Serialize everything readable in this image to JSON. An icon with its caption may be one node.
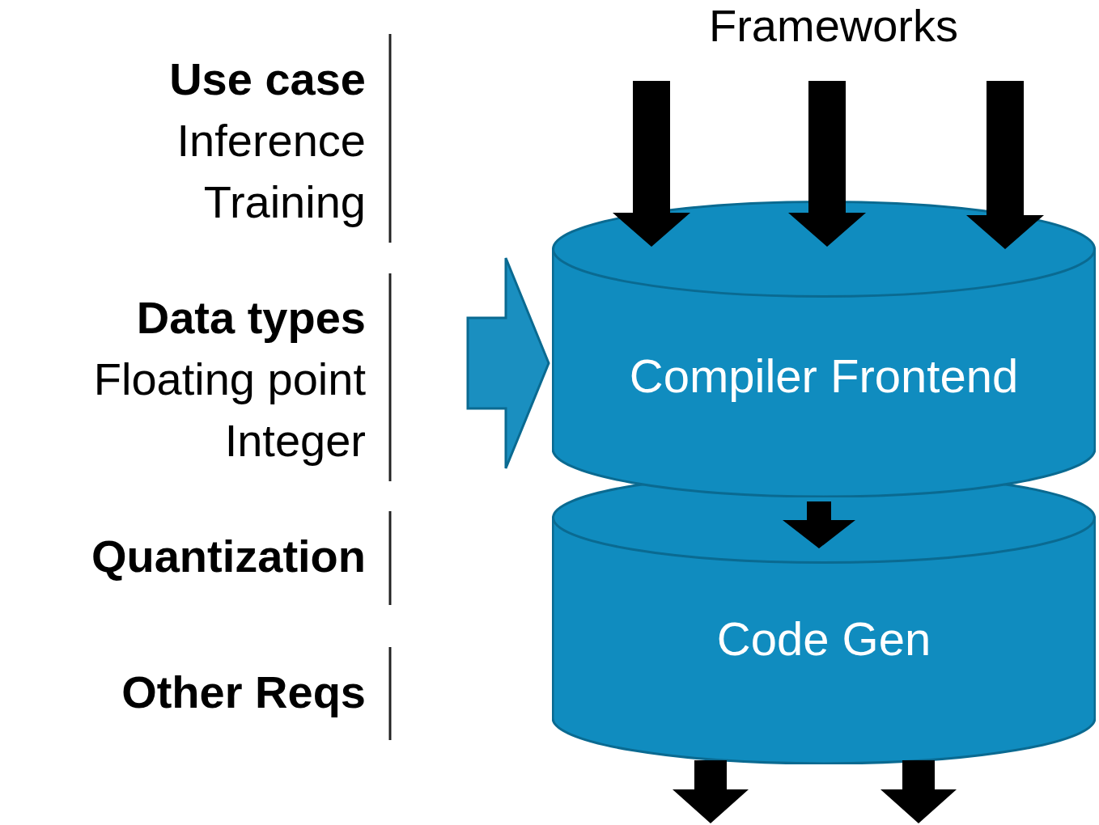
{
  "diagram": {
    "nodes": [
      {
        "text": [
          "Frameworks"
        ]
      },
      {
        "text": [
          "Compiler Frontend"
        ]
      },
      {
        "text": [
          "Code Gen"
        ]
      },
      {
        "text": [
          "Use case",
          "Inference",
          "Training"
        ]
      },
      {
        "text": [
          "Data types",
          "Floating point",
          "Integer"
        ]
      },
      {
        "text": [
          "Quantization"
        ]
      },
      {
        "text": [
          "Other Reqs"
        ]
      }
    ],
    "edges": [
      {
        "from": 0,
        "to": 1,
        "arrow": "to"
      },
      {
        "from": 0,
        "to": 1,
        "arrow": "to"
      },
      {
        "from": 0,
        "to": 1,
        "arrow": "to"
      },
      {
        "from": 1,
        "to": 2,
        "arrow": "to"
      },
      {
        "from": 2,
        "to": null,
        "arrow": "to"
      },
      {
        "from": 2,
        "to": null,
        "arrow": "to"
      },
      {
        "from": null,
        "to": 1,
        "arrow": "to",
        "color": "#1a8fc0"
      }
    ]
  }
}
